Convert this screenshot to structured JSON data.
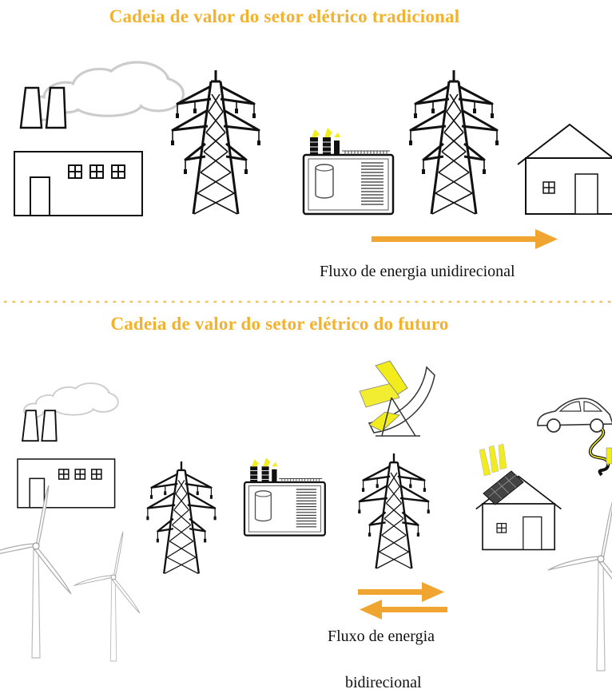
{
  "traditional": {
    "title": "Cadeia de valor do setor elétrico tradicional",
    "flow_label": "Fluxo de energia unidirecional"
  },
  "future": {
    "title": "Cadeia de valor do setor elétrico do futuro",
    "flow_label_line1": "Fluxo de energia",
    "flow_label_line2": "bidirecional"
  },
  "colors": {
    "accent": "#f2b22e",
    "arrow": "#f0a531",
    "separator": "#f2c25a",
    "solar": "#f2ec1c",
    "text": "#111111"
  }
}
